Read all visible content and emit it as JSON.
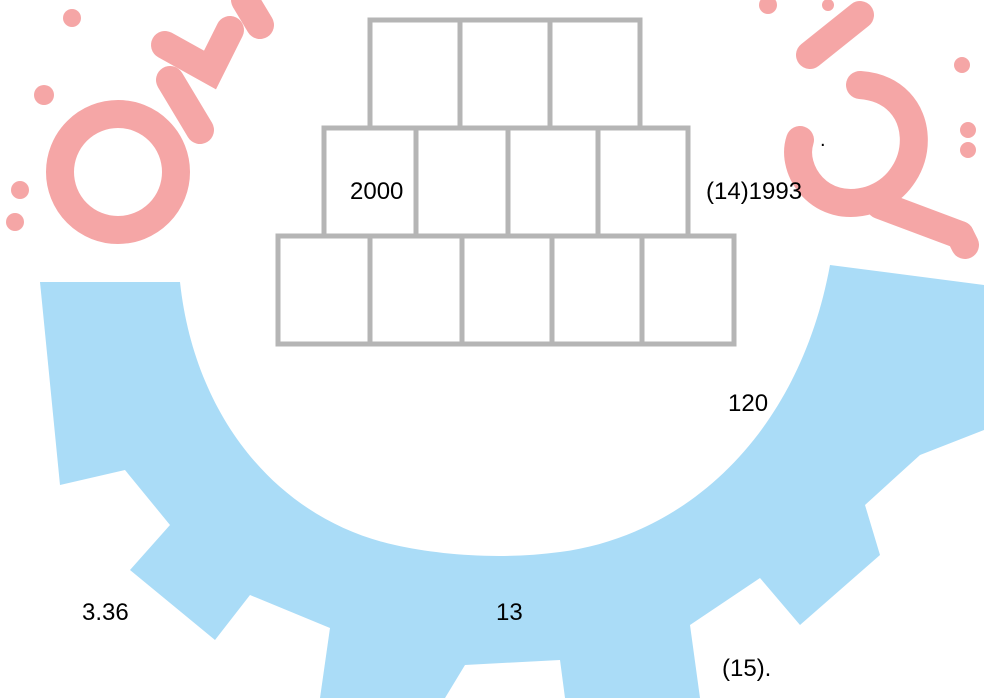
{
  "watermark": {
    "icon": "gear-logo-watermark",
    "colors": {
      "gear": "#aadcf7",
      "lettering": "#f5a6a6",
      "grid_lines": "#b5b5b5"
    }
  },
  "page_text": {
    "line_1_number": "2000",
    "line_1_reference": "(14)1993",
    "line_1_dot": ".",
    "line_2_number": "120",
    "line_3_decimal": "3.36",
    "line_3_number": "13",
    "line_4_reference": "(15)."
  }
}
